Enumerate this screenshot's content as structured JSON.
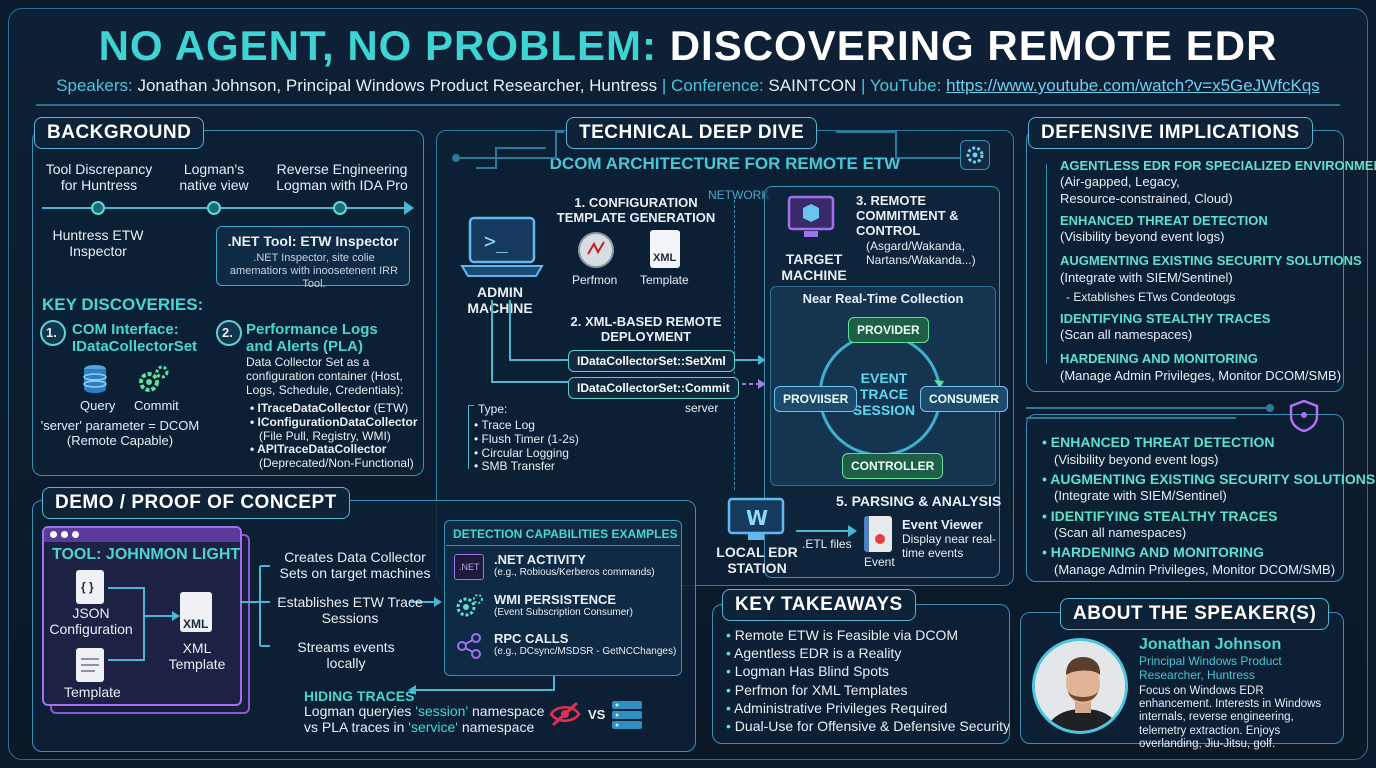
{
  "title": {
    "part1": "NO AGENT, NO PROBLEM:",
    "part2": "DISCOVERING REMOTE EDR"
  },
  "subtitle": {
    "speakers_label": "Speakers:",
    "speakers_value": "Jonathan Johnson, Principal Windows Product Researcher, Huntress",
    "conference_label": "| Conference:",
    "conference_value": "SAINTCON",
    "youtube_label": "| YouTube:",
    "youtube_url": "https://www.youtube.com/watch?v=x5GeJWfcKqs"
  },
  "background": {
    "title": "BACKGROUND",
    "timeline": {
      "top1": "Tool Discrepancy for Huntress",
      "top2": "Logman's native view",
      "top3": "Reverse Engineering Logman with IDA Pro",
      "bottom1": "Huntress ETW Inspector",
      "tool_title": ".NET Tool: ETW Inspector",
      "tool_desc": ".NET Inspector, site colie amematiors with inoosetenent IRR Tool."
    },
    "key_title": "KEY DISCOVERIES:",
    "d1": {
      "num": "1.",
      "title": "COM Interface: IDataCollectorSet",
      "query": "Query",
      "commit": "Commit",
      "note": "'server' parameter = DCOM (Remote Capable)"
    },
    "d2": {
      "num": "2.",
      "title": "Performance Logs and Alerts (PLA)",
      "desc": "Data Collector Set as a configuration container (Host, Logs, Schedule, Credentials):",
      "items": [
        {
          "name": "ITraceDataCollector",
          "note": "(ETW)"
        },
        {
          "name": "IConfigurationDataCollector",
          "note": "(File Pull, Registry, WMI)"
        },
        {
          "name": "APITraceDataCollector",
          "note": "(Deprecated/Non-Functional)"
        }
      ]
    }
  },
  "deep_dive": {
    "title": "TECHNICAL DEEP DIVE",
    "subtitle": "DCOM ARCHITECTURE FOR REMOTE ETW",
    "network": "NETWORK",
    "admin": "ADMIN MACHINE",
    "step1": "1. CONFIGURATION TEMPLATE GENERATION",
    "perfmon": "Perfmon",
    "xml_icon": "XML",
    "template": "Template",
    "step2": "2. XML-BASED REMOTE DEPLOYMENT",
    "setxml": "IDataCollectorSet::SetXml",
    "commit": "IDataCollectorSet::Commit",
    "server": "server",
    "type_label": "Type:",
    "types": [
      "Trace Log",
      "Flush Timer (1-2s)",
      "Circular Logging",
      "SMB Transfer"
    ],
    "target": "TARGET MACHINE",
    "step3": "3. REMOTE COMMITMENT & CONTROL",
    "step3_note": "(Asgard/Wakanda, Nartans/Wakanda...)",
    "nrt": "Near Real-Time Collection",
    "provider": "PROVIDER",
    "proviser": "PROVIISER",
    "consumer": "CONSUMER",
    "controller": "CONTROLLER",
    "session": "EVENT TRACE SESSION",
    "local": "LOCAL EDR STATION",
    "etl": ".ETL files",
    "step5": "5. PARSING & ANALYSIS",
    "ev_title": "Event Viewer",
    "ev_desc": "Display near real-time events",
    "ev_icon": "Event"
  },
  "demo": {
    "title": "DEMO / PROOF OF CONCEPT",
    "tool": "TOOL: JOHNMON LIGHT",
    "json": "JSON Configuration",
    "json_icon": "{ }",
    "xml_icon": "XML",
    "xml": "XML Template",
    "template": "Template",
    "steps": [
      "Creates Data Collector Sets on target machines",
      "Establishes ETW Trace Sessions",
      "Streams events locally"
    ],
    "detect_title": "DETECTION CAPABILITIES EXAMPLES",
    "detect": [
      {
        "icon": ".NET",
        "title": ".NET ACTIVITY",
        "desc": "(e.g., Robious/Kerberos commands)"
      },
      {
        "icon": "",
        "title": "WMI PERSISTENCE",
        "desc": "(Event Subscription Consumer)"
      },
      {
        "icon": "",
        "title": "RPC CALLS",
        "desc": "(e.g., DCsync/MSDSR - GetNCChanges)"
      }
    ],
    "hiding_title": "HIDING TRACES",
    "hiding_l1_a": "Logman queryies ",
    "hiding_l1_b": "'session'",
    "hiding_l1_c": " namespace",
    "hiding_l2_a": "vs PLA traces in ",
    "hiding_l2_b": "'service'",
    "hiding_l2_c": " namespace",
    "vs": "VS"
  },
  "defensive": {
    "title": "DEFENSIVE IMPLICATIONS",
    "items": [
      {
        "h": "AGENTLESS EDR FOR SPECIALIZED ENVIRONMENTS",
        "s": "(Air-gapped, Legacy,",
        "s2": "Resource-constrained, Cloud)"
      },
      {
        "h": "ENHANCED THREAT DETECTION",
        "s": "(Visibility beyond event logs)"
      },
      {
        "h": "AUGMENTING EXISTING SECURITY SOLUTIONS",
        "s": "(Integrate with SIEM/Sentinel)",
        "sub": "Extablishes ETws Condeotogs"
      },
      {
        "h": "IDENTIFYING STEALTHY TRACES",
        "s": "(Scan all namespaces)"
      },
      {
        "h": "HARDENING AND MONITORING",
        "s": "(Manage Admin Privileges, Monitor DCOM/SMB)"
      }
    ],
    "items2": [
      {
        "h": "ENHANCED THREAT DETECTION",
        "s": "(Visibility beyond event logs)"
      },
      {
        "h": "AUGMENTING EXISTING SECURITY SOLUTIONS",
        "s": "(Integrate with SIEM/Sentinel)"
      },
      {
        "h": "IDENTIFYING STEALTHY TRACES",
        "s": "(Scan all namespaces)"
      },
      {
        "h": "HARDENING AND MONITORING",
        "s": "(Manage Admin Privileges, Monitor DCOM/SMB)"
      }
    ]
  },
  "takeaways": {
    "title": "KEY TAKEAWAYS",
    "items": [
      "Remote ETW is Feasible via DCOM",
      "Agentless EDR is a Reality",
      "Logman Has Blind Spots",
      "Perfmon for XML Templates",
      "Administrative Privileges Required",
      "Dual-Use for Offensive & Defensive Security"
    ]
  },
  "speaker": {
    "title": "ABOUT THE SPEAKER(S)",
    "name": "Jonathan Johnson",
    "role": "Principal Windows Product Researcher, Huntress",
    "bio": "Focus on Windows EDR enhancement. Interests in Windows internals, reverse engineering, telemetry extraction. Enjoys overlanding, Jiu-Jitsu, golf."
  }
}
